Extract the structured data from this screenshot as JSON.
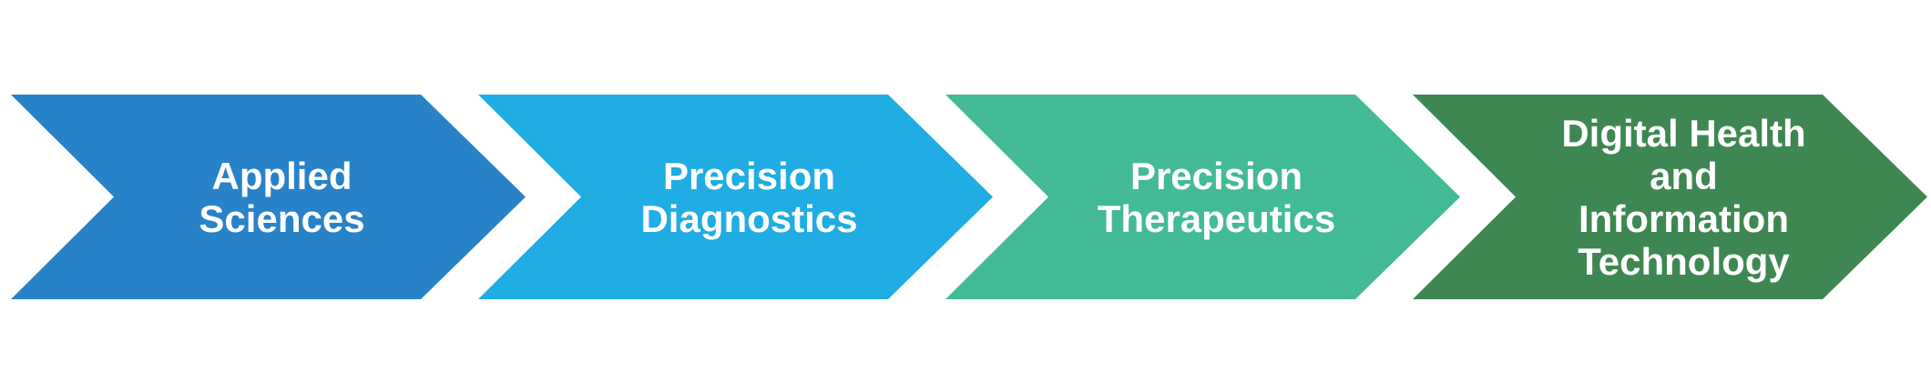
{
  "steps": [
    {
      "lines": [
        "Applied",
        "Sciences"
      ],
      "color": "#2882C8"
    },
    {
      "lines": [
        "Precision",
        "Diagnostics"
      ],
      "color": "#1FADE4"
    },
    {
      "lines": [
        "Precision",
        "Therapeutics"
      ],
      "color": "#43BA96"
    },
    {
      "lines": [
        "Digital Health",
        "and",
        "Information",
        "Technology"
      ],
      "color": "#3E8752"
    }
  ]
}
